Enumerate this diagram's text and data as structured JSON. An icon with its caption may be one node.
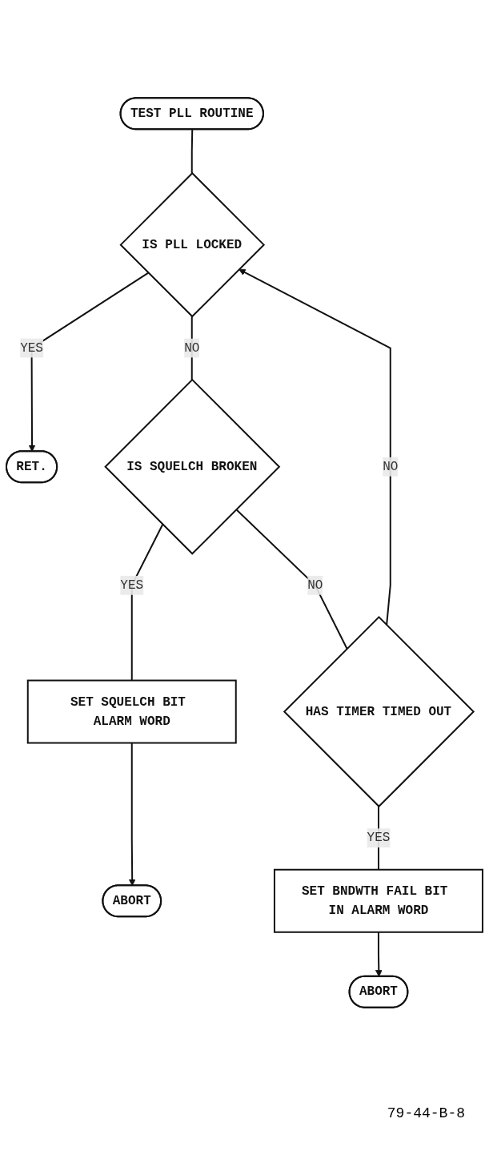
{
  "diagram": {
    "nodes": [
      {
        "text": [
          "TEST PLL ROUTINE"
        ]
      },
      {
        "text": [
          "IS PLL LOCKED"
        ]
      },
      {
        "text": [
          "RET."
        ]
      },
      {
        "text": [
          "IS SQUELCH BROKEN"
        ]
      },
      {
        "text": [
          "SET SQUELCH BIT ALARM WORD"
        ]
      },
      {
        "text": [
          "ABORT"
        ]
      },
      {
        "text": [
          "HAS TIMER TIMED OUT"
        ]
      },
      {
        "text": [
          "SET BNDWTH FAIL BIT IN ALARM WORD"
        ]
      },
      {
        "text": [
          "ABORT"
        ]
      }
    ],
    "edges": [
      {
        "from": 0,
        "to": 1,
        "arrow": "none"
      },
      {
        "from": 1,
        "to": 2,
        "label": "YES",
        "arrow": "to"
      },
      {
        "from": 1,
        "to": 3,
        "label": "NO",
        "arrow": "none"
      },
      {
        "from": 3,
        "to": 4,
        "label": "YES",
        "arrow": "none"
      },
      {
        "from": 4,
        "to": 5,
        "arrow": "to"
      },
      {
        "from": 3,
        "to": 6,
        "label": "NO",
        "arrow": "none"
      },
      {
        "from": 6,
        "to": 1,
        "label": "NO",
        "arrow": "to"
      },
      {
        "from": 6,
        "to": 7,
        "label": "YES",
        "arrow": "none"
      },
      {
        "from": 7,
        "to": 8,
        "arrow": "to"
      }
    ],
    "labels": [
      "79-44-B-8"
    ]
  }
}
